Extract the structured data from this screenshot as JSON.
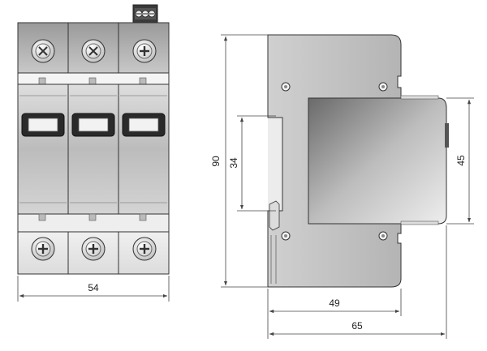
{
  "dimensions": {
    "width_front": "54",
    "height_total": "90",
    "window_height": "34",
    "front_height": "45",
    "depth_mid": "49",
    "depth_total": "65"
  },
  "colors": {
    "body_light": "#e6e6e6",
    "body_mid": "#c9c9c9",
    "body_dark": "#7a7a7a",
    "outline": "#333333",
    "dim_line": "#444444"
  },
  "icons": {
    "screw_flat": "screw-slotted-icon",
    "screw_cross": "screw-phillips-icon",
    "terminal": "terminal-block-icon"
  }
}
